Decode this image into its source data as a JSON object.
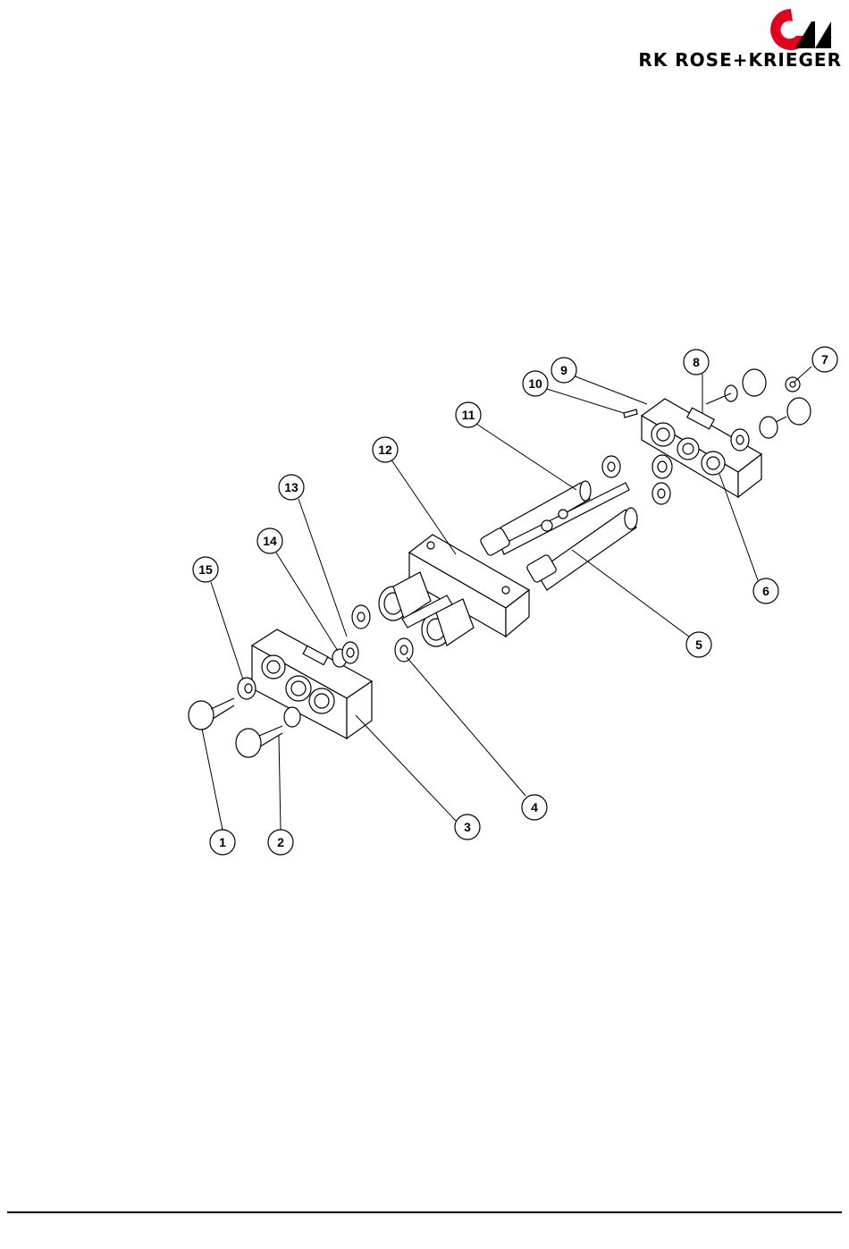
{
  "header": {
    "brand_name": "RK ROSE+KRIEGER",
    "logo_color": "#e2001a"
  },
  "diagram": {
    "callouts": [
      {
        "label": "1"
      },
      {
        "label": "2"
      },
      {
        "label": "3"
      },
      {
        "label": "4"
      },
      {
        "label": "5"
      },
      {
        "label": "6"
      },
      {
        "label": "7"
      },
      {
        "label": "8"
      },
      {
        "label": "9"
      },
      {
        "label": "10"
      },
      {
        "label": "11"
      },
      {
        "label": "12"
      },
      {
        "label": "13"
      },
      {
        "label": "14"
      },
      {
        "label": "15"
      }
    ]
  }
}
